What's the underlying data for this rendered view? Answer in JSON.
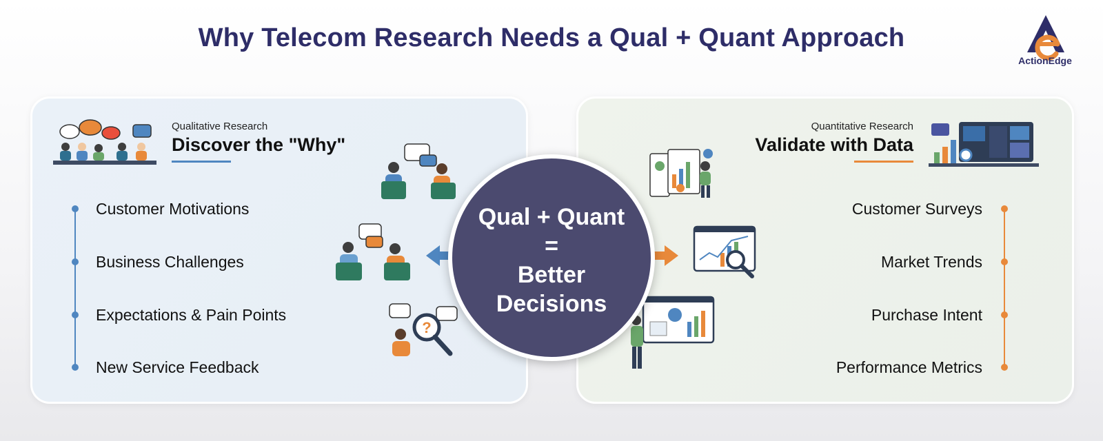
{
  "title": "Why Telecom Research Needs a Qual + Quant Approach",
  "brand": {
    "name": "ActionEdge",
    "primary": "#2e2d68",
    "accent": "#e8893a"
  },
  "qualitative": {
    "eyebrow": "Qualitative Research",
    "heading": "Discover the \"Why\"",
    "accent": "#4f86c0",
    "items": [
      "Customer Motivations",
      "Business Challenges",
      "Expectations & Pain Points",
      "New Service Feedback"
    ]
  },
  "quantitative": {
    "eyebrow": "Quantitative Research",
    "heading": "Validate with Data",
    "accent": "#e8893a",
    "items": [
      "Customer Surveys",
      "Market Trends",
      "Purchase Intent",
      "Performance Metrics"
    ]
  },
  "center": {
    "line1": "Qual + Quant",
    "line2": "=",
    "line3": "Better",
    "line4": "Decisions",
    "color": "#4b4a6f"
  }
}
